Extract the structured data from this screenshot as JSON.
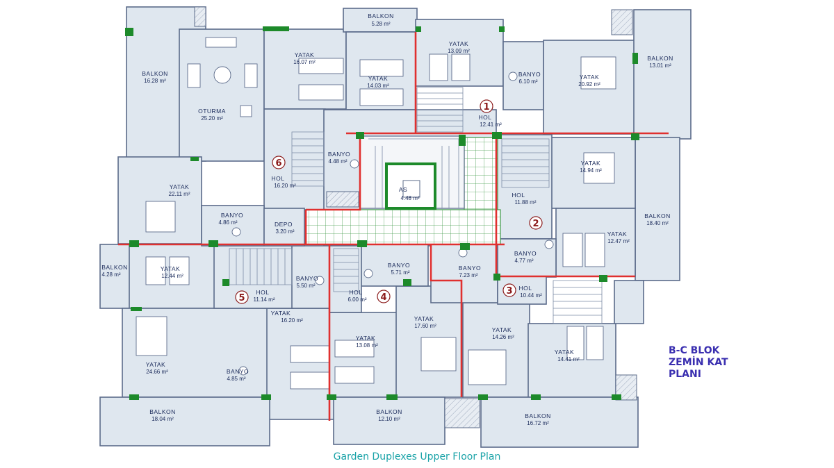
{
  "title_lines": [
    "B-C BLOK",
    "ZEMİN KAT",
    "PLANI"
  ],
  "caption": "Garden Duplexes Upper Floor Plan",
  "colors": {
    "wall": "#5b6b8a",
    "room_fill": "#dfe7ef",
    "red_line": "#e0302f",
    "green_marker": "#1d8a2a",
    "title": "#3a2fb0",
    "caption": "#1aa3a8",
    "badge": "#8b1a1a"
  },
  "unit_badges": [
    "1",
    "2",
    "3",
    "4",
    "5",
    "6"
  ],
  "rooms": [
    {
      "name": "BALKON",
      "area": "5.28 m²"
    },
    {
      "name": "YATAK",
      "area": "13.09 m²"
    },
    {
      "name": "YATAK",
      "area": "16.07 m²"
    },
    {
      "name": "YATAK",
      "area": "14.03 m²"
    },
    {
      "name": "BANYO",
      "area": "6.10 m²"
    },
    {
      "name": "YATAK",
      "area": "20.92 m²"
    },
    {
      "name": "BALKON",
      "area": "13.01 m²"
    },
    {
      "name": "BALKON",
      "area": "16.28 m²"
    },
    {
      "name": "OTURMA",
      "area": "25.20 m²"
    },
    {
      "name": "HOL",
      "area": "12.41 m²"
    },
    {
      "name": "BANYO",
      "area": "4.48 m²"
    },
    {
      "name": "HOL",
      "area": "16.20 m²"
    },
    {
      "name": "AS",
      "area": "4.48 m²"
    },
    {
      "name": "YATAK",
      "area": "14.94 m²"
    },
    {
      "name": "HOL",
      "area": "11.88 m²"
    },
    {
      "name": "YATAK",
      "area": "22.11 m²"
    },
    {
      "name": "BANYO",
      "area": "4.86 m²"
    },
    {
      "name": "DEPO",
      "area": "3.20 m²"
    },
    {
      "name": "BALKON",
      "area": "18.40 m²"
    },
    {
      "name": "YATAK",
      "area": "12.47 m²"
    },
    {
      "name": "BANYO",
      "area": "4.77 m²"
    },
    {
      "name": "BALKON",
      "area": "4.28 m²"
    },
    {
      "name": "YATAK",
      "area": "12.44 m²"
    },
    {
      "name": "HOL",
      "area": "11.14 m²"
    },
    {
      "name": "BANYO",
      "area": "5.50 m²"
    },
    {
      "name": "BANYO",
      "area": "5.71 m²"
    },
    {
      "name": "HOL",
      "area": "6.00 m²"
    },
    {
      "name": "BANYO",
      "area": "7.23 m²"
    },
    {
      "name": "HOL",
      "area": "10.44 m²"
    },
    {
      "name": "YATAK",
      "area": "16.20 m²"
    },
    {
      "name": "YATAK",
      "area": "13.08 m²"
    },
    {
      "name": "YATAK",
      "area": "17.60 m²"
    },
    {
      "name": "YATAK",
      "area": "14.26 m²"
    },
    {
      "name": "YATAK",
      "area": "14.41 m²"
    },
    {
      "name": "YATAK",
      "area": "24.66 m²"
    },
    {
      "name": "BANYO",
      "area": "4.85 m²"
    },
    {
      "name": "BALKON",
      "area": "18.04 m²"
    },
    {
      "name": "BALKON",
      "area": "12.10 m²"
    },
    {
      "name": "BALKON",
      "area": "16.72 m²"
    }
  ]
}
